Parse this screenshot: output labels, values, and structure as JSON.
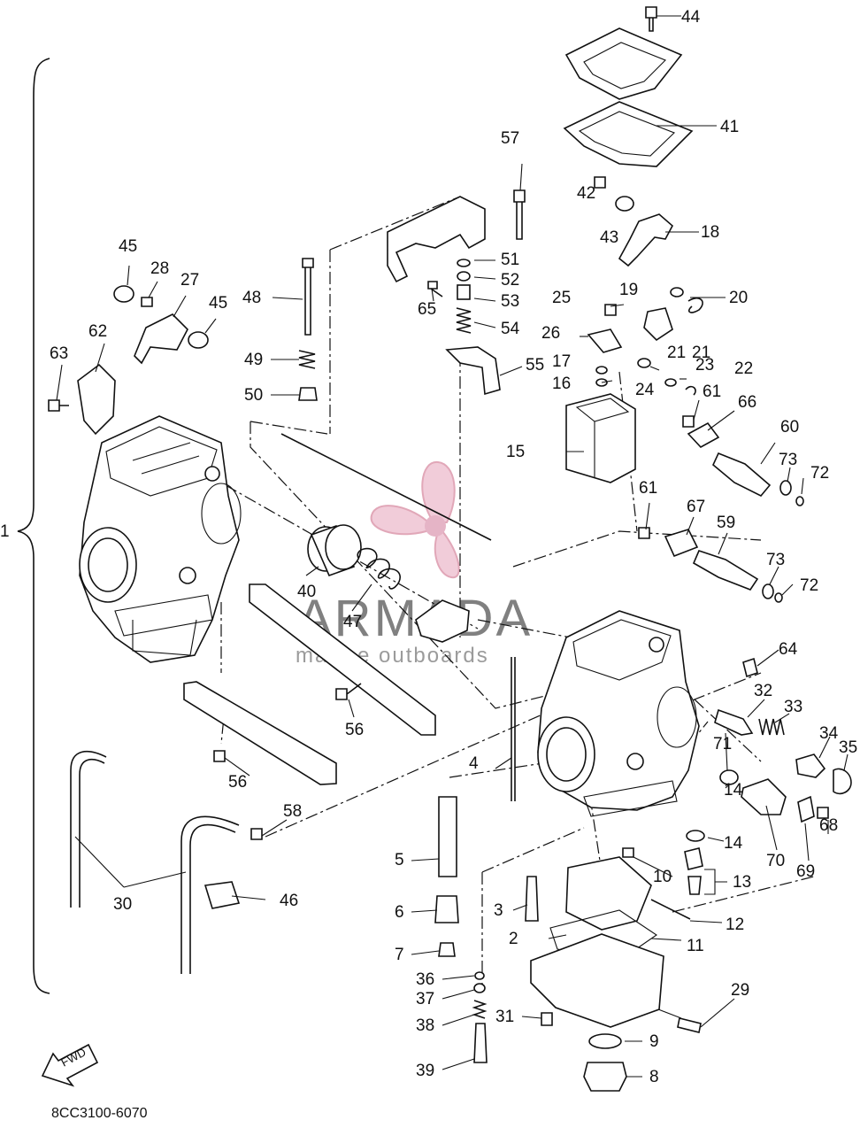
{
  "diagram": {
    "assembly_label": "1",
    "drawing_code": "8CC3100-6070",
    "fwd_label": "FWD",
    "watermark": {
      "brand": "ARMADA",
      "tagline": "marine outboards",
      "color": "#e7a3bb"
    },
    "callouts": [
      "2",
      "3",
      "4",
      "5",
      "6",
      "7",
      "8",
      "9",
      "10",
      "11",
      "12",
      "13",
      "14",
      "14",
      "15",
      "16",
      "17",
      "18",
      "19",
      "20",
      "21",
      "21",
      "22",
      "23",
      "24",
      "25",
      "26",
      "27",
      "28",
      "29",
      "30",
      "31",
      "32",
      "33",
      "34",
      "35",
      "36",
      "37",
      "38",
      "39",
      "40",
      "41",
      "42",
      "43",
      "44",
      "45",
      "45",
      "46",
      "47",
      "48",
      "49",
      "50",
      "51",
      "52",
      "53",
      "54",
      "55",
      "56",
      "56",
      "57",
      "58",
      "59",
      "60",
      "61",
      "61",
      "62",
      "63",
      "64",
      "65",
      "66",
      "67",
      "68",
      "69",
      "70",
      "71",
      "72",
      "72",
      "73",
      "73"
    ]
  }
}
